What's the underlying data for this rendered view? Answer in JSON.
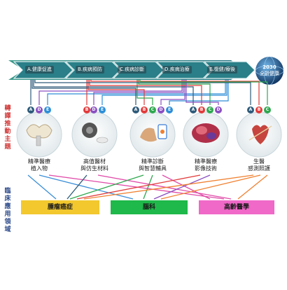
{
  "stages": [
    {
      "label": "A.健康促進"
    },
    {
      "label": "B.疾病預防"
    },
    {
      "label": "C.疾病診斷"
    },
    {
      "label": "D.疾病治療"
    },
    {
      "label": "E.復健/療後"
    }
  ],
  "goal": {
    "year": "2030",
    "text": "全齡健康"
  },
  "left_labels": {
    "topics": "轉譯推動主題",
    "fields": "臨床應用領域"
  },
  "topics": [
    {
      "name_line1": "精準醫療",
      "name_line2": "植入物",
      "badges": [
        "A",
        "D",
        "E"
      ],
      "icon": "pelvis-implant-icon"
    },
    {
      "name_line1": "高值醫材",
      "name_line2": "與仿生材料",
      "badges": [
        "B",
        "D",
        "E"
      ],
      "icon": "biomaterial-icon"
    },
    {
      "name_line1": "精準診斷",
      "name_line2": "與智慧輔具",
      "badges": [
        "A",
        "B",
        "C",
        "D",
        "E"
      ],
      "icon": "smart-device-icon"
    },
    {
      "name_line1": "精準醫療",
      "name_line2": "影像技術",
      "badges": [
        "A",
        "B",
        "C",
        "D"
      ],
      "icon": "brain-imaging-icon"
    },
    {
      "name_line1": "生醫",
      "name_line2": "感測照護",
      "badges": [
        "A",
        "B",
        "C"
      ],
      "icon": "heart-sensor-icon"
    }
  ],
  "fields": [
    {
      "label": "腫瘤癌症",
      "color": "#f2c82e"
    },
    {
      "label": "腦科",
      "color": "#1fb84a"
    },
    {
      "label": "高齡醫學",
      "color": "#f068c8"
    }
  ],
  "colors": {
    "A": "#2d5a7a",
    "B": "#e23b3b",
    "C": "#2fa84f",
    "D": "#8a4fc2",
    "E": "#2f8fd8",
    "arrow_band": "#2e8f9a"
  }
}
